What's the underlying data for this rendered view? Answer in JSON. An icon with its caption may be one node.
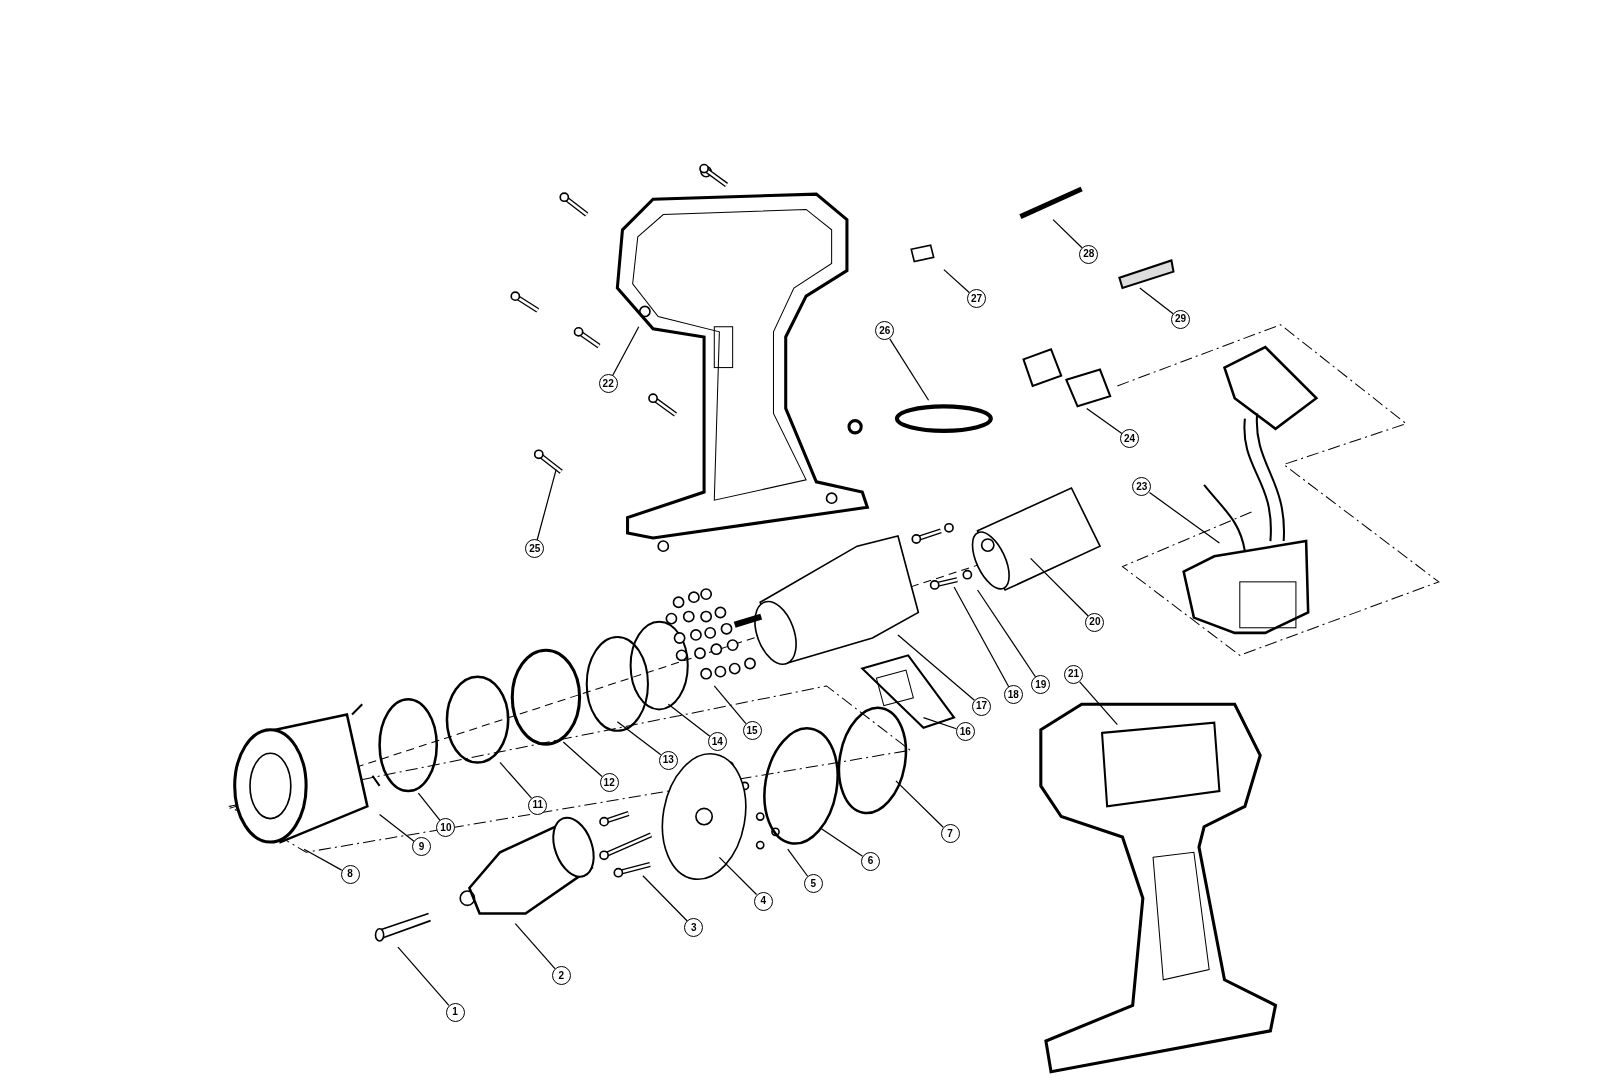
{
  "diagram": {
    "nodes": [
      {
        "text": [
          "1"
        ]
      },
      {
        "text": [
          "2"
        ]
      },
      {
        "text": [
          "3"
        ]
      },
      {
        "text": [
          "4"
        ]
      },
      {
        "text": [
          "5"
        ]
      },
      {
        "text": [
          "6"
        ]
      },
      {
        "text": [
          "7"
        ]
      },
      {
        "text": [
          "8"
        ]
      },
      {
        "text": [
          "9"
        ]
      },
      {
        "text": [
          "10"
        ]
      },
      {
        "text": [
          "11"
        ]
      },
      {
        "text": [
          "12"
        ]
      },
      {
        "text": [
          "13"
        ]
      },
      {
        "text": [
          "14"
        ]
      },
      {
        "text": [
          "15"
        ]
      },
      {
        "text": [
          "16"
        ]
      },
      {
        "text": [
          "17"
        ]
      },
      {
        "text": [
          "18"
        ]
      },
      {
        "text": [
          "19"
        ]
      },
      {
        "text": [
          "20"
        ]
      },
      {
        "text": [
          "21"
        ]
      },
      {
        "text": [
          "22"
        ]
      },
      {
        "text": [
          "23"
        ]
      },
      {
        "text": [
          "24"
        ]
      },
      {
        "text": [
          "25"
        ]
      },
      {
        "text": [
          "26"
        ]
      },
      {
        "text": [
          "27"
        ]
      },
      {
        "text": [
          "28"
        ]
      },
      {
        "text": [
          "29"
        ]
      }
    ],
    "edges": [
      {
        "from": 0,
        "to": null,
        "arrow": "none"
      },
      {
        "from": 1,
        "to": null,
        "arrow": "none"
      },
      {
        "from": 2,
        "to": null,
        "arrow": "none"
      },
      {
        "from": 3,
        "to": null,
        "arrow": "none"
      },
      {
        "from": 4,
        "to": null,
        "arrow": "none"
      },
      {
        "from": 5,
        "to": null,
        "arrow": "none"
      },
      {
        "from": 6,
        "to": null,
        "arrow": "none"
      },
      {
        "from": 7,
        "to": null,
        "arrow": "none"
      },
      {
        "from": 8,
        "to": null,
        "arrow": "none"
      },
      {
        "from": 9,
        "to": null,
        "arrow": "none"
      },
      {
        "from": 10,
        "to": null,
        "arrow": "none"
      },
      {
        "from": 11,
        "to": null,
        "arrow": "none"
      },
      {
        "from": 12,
        "to": null,
        "arrow": "none"
      },
      {
        "from": 13,
        "to": null,
        "arrow": "none"
      },
      {
        "from": 14,
        "to": null,
        "arrow": "none"
      },
      {
        "from": 15,
        "to": null,
        "arrow": "none"
      },
      {
        "from": 16,
        "to": null,
        "arrow": "none"
      },
      {
        "from": 17,
        "to": null,
        "arrow": "none"
      },
      {
        "from": 18,
        "to": null,
        "arrow": "none"
      },
      {
        "from": 19,
        "to": null,
        "arrow": "none"
      },
      {
        "from": 20,
        "to": null,
        "arrow": "none"
      },
      {
        "from": 21,
        "to": null,
        "arrow": "none"
      },
      {
        "from": 22,
        "to": null,
        "arrow": "none"
      },
      {
        "from": 23,
        "to": null,
        "arrow": "none"
      },
      {
        "from": 24,
        "to": null,
        "arrow": "none"
      },
      {
        "from": 25,
        "to": null,
        "arrow": "none"
      },
      {
        "from": 26,
        "to": null,
        "arrow": "none"
      },
      {
        "from": 27,
        "to": null,
        "arrow": "none"
      },
      {
        "from": 28,
        "to": null,
        "arrow": "none"
      }
    ]
  }
}
